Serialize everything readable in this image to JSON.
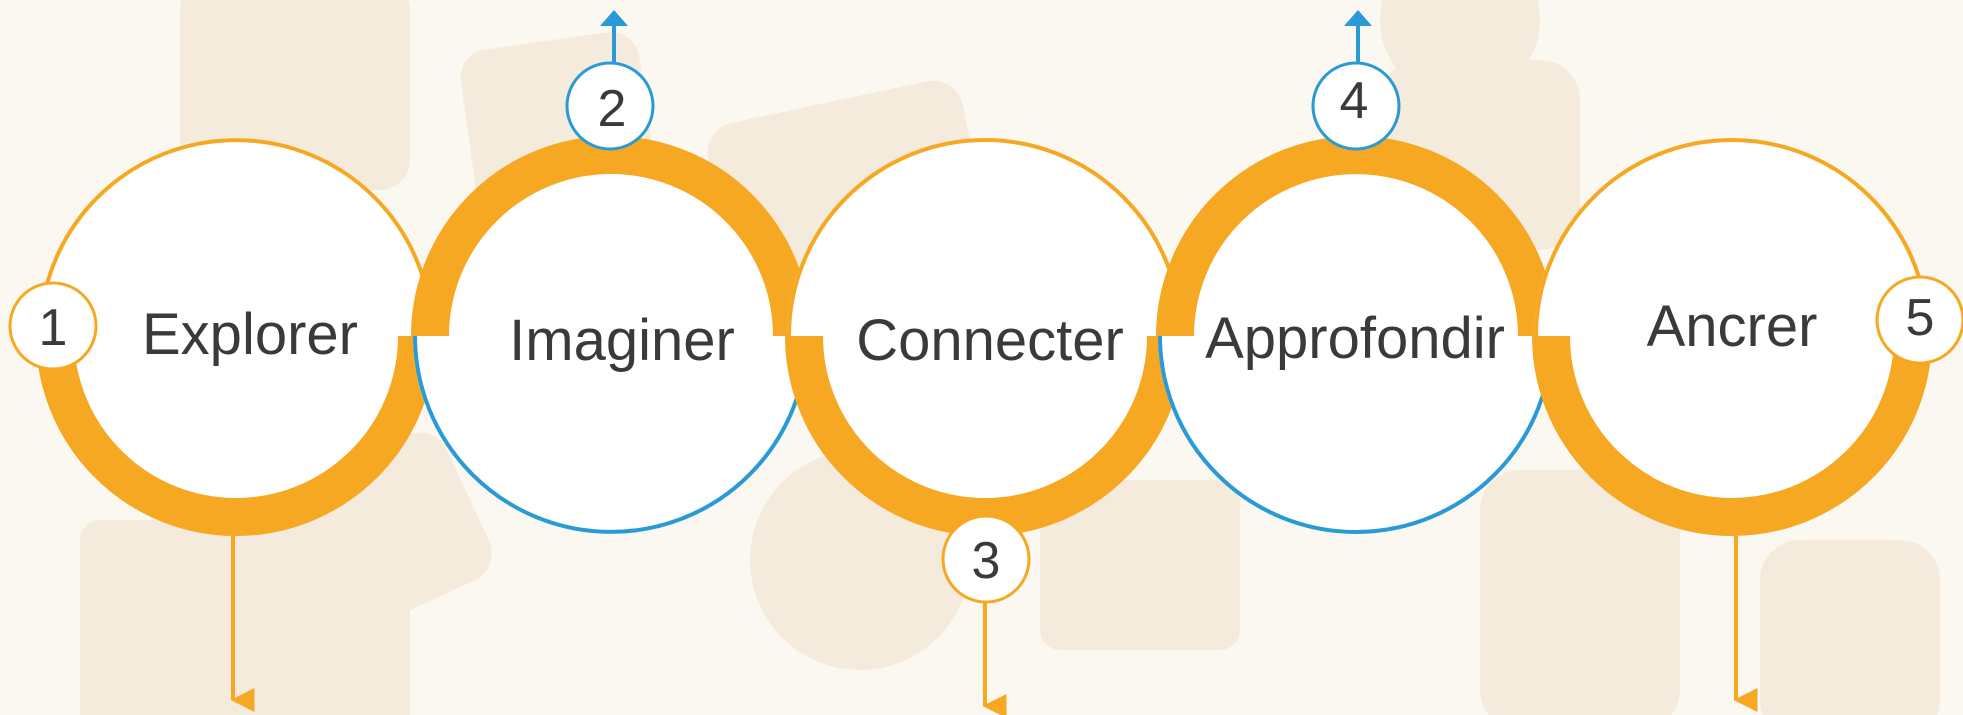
{
  "colors": {
    "background": "#fbf8f1",
    "orange": "#f7a823",
    "blue": "#2a9ad6",
    "text": "#3a3a3a",
    "decor": "#f2e9d8"
  },
  "steps": [
    {
      "number": "1",
      "label": "Explorer"
    },
    {
      "number": "2",
      "label": "Imaginer"
    },
    {
      "number": "3",
      "label": "Connecter"
    },
    {
      "number": "4",
      "label": "Approfondir"
    },
    {
      "number": "5",
      "label": "Ancrer"
    }
  ]
}
